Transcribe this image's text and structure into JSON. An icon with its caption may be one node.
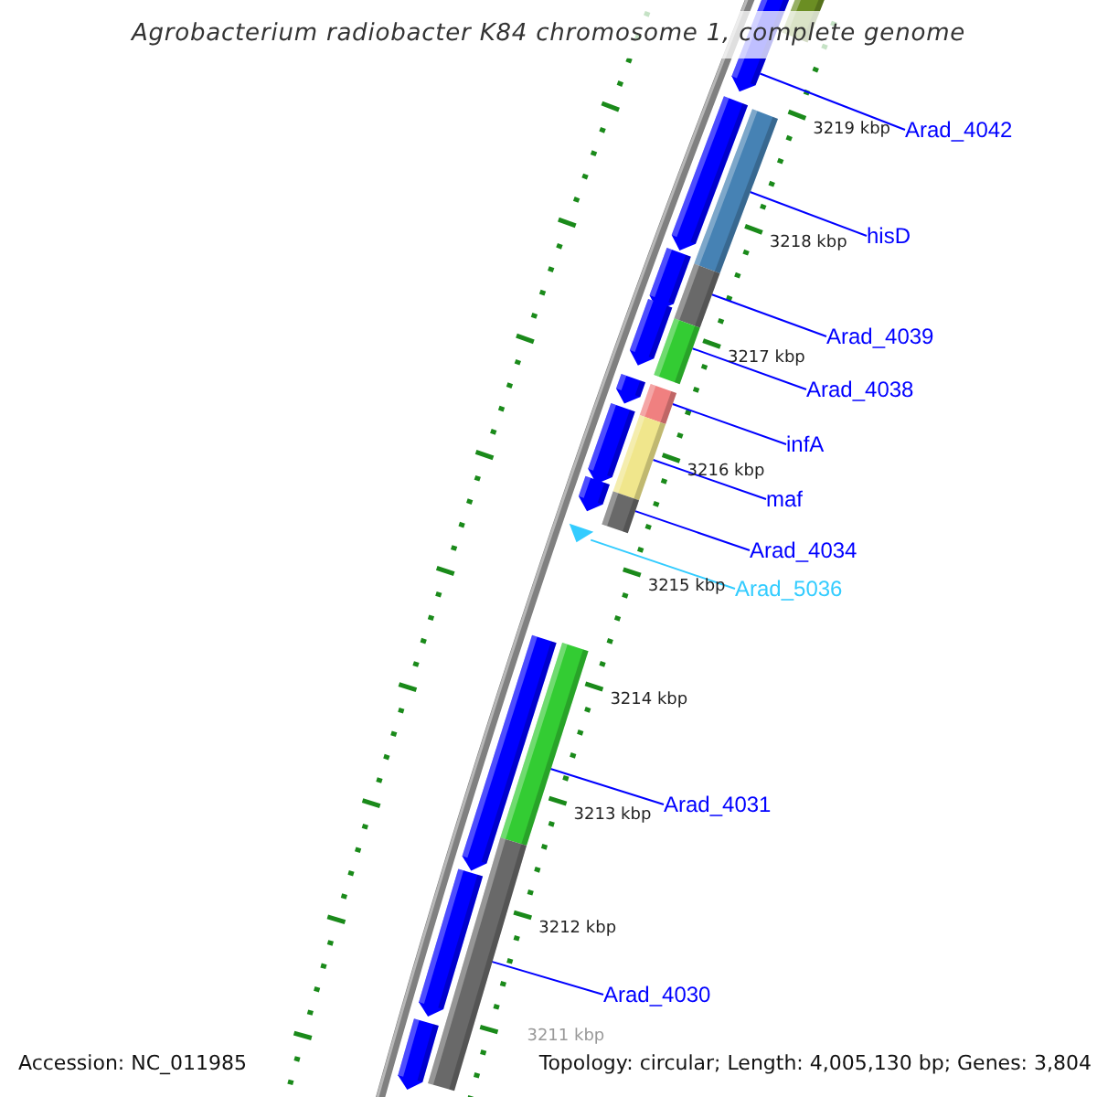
{
  "diagram": {
    "title": "Agrobacterium radiobacter K84 chromosome 1, complete genome",
    "nodes": [
      {
        "text": [],
        "shape": "bar"
      },
      {
        "text": [],
        "shape": "pentagon"
      },
      {
        "text": [],
        "shape": "pentagon"
      },
      {
        "text": [],
        "shape": "bar"
      },
      {
        "text": [],
        "shape": "pentagon"
      },
      {
        "text": [],
        "shape": "bar"
      },
      {
        "text": [],
        "shape": "pentagon"
      },
      {
        "text": [],
        "shape": "bar"
      },
      {
        "text": [],
        "shape": "pentagon"
      },
      {
        "text": [],
        "shape": "bar"
      },
      {
        "text": [],
        "shape": "pentagon"
      },
      {
        "text": [],
        "shape": "bar"
      },
      {
        "text": [],
        "shape": "pentagon"
      },
      {
        "text": [],
        "shape": "bar"
      },
      {
        "text": [],
        "shape": "triangle"
      },
      {
        "text": [],
        "shape": "pentagon"
      },
      {
        "text": [],
        "shape": "bar"
      },
      {
        "text": [],
        "shape": "pentagon"
      },
      {
        "text": [],
        "shape": "bar"
      },
      {
        "text": [],
        "shape": "pentagon"
      },
      {
        "text": [
          "Arad_4042"
        ]
      },
      {
        "text": [
          "hisD"
        ]
      },
      {
        "text": [
          "Arad_4039"
        ]
      },
      {
        "text": [
          "Arad_4038"
        ]
      },
      {
        "text": [
          "infA"
        ]
      },
      {
        "text": [
          "maf"
        ]
      },
      {
        "text": [
          "Arad_4034"
        ]
      },
      {
        "text": [
          "Arad_5036"
        ]
      },
      {
        "text": [
          "Arad_4031"
        ]
      },
      {
        "text": [
          "Arad_4030"
        ]
      }
    ],
    "edges": [
      {
        "from": 20,
        "to": 1,
        "arrow": "none"
      },
      {
        "from": 21,
        "to": 3,
        "arrow": "none"
      },
      {
        "from": 22,
        "to": 5,
        "arrow": "none"
      },
      {
        "from": 23,
        "to": 7,
        "arrow": "none"
      },
      {
        "from": 24,
        "to": 9,
        "arrow": "none"
      },
      {
        "from": 25,
        "to": 11,
        "arrow": "none"
      },
      {
        "from": 26,
        "to": 13,
        "arrow": "none"
      },
      {
        "from": 27,
        "to": 14,
        "arrow": "none",
        "color": "#33ccff"
      },
      {
        "from": 28,
        "to": 16,
        "arrow": "none"
      },
      {
        "from": 29,
        "to": 18,
        "arrow": "none"
      }
    ],
    "labels": [
      "3219 kbp",
      "3218 kbp",
      "3217 kbp",
      "3216 kbp",
      "3215 kbp",
      "3214 kbp",
      "3213 kbp",
      "3212 kbp",
      "3211 kbp",
      "Accession: NC_011985",
      "Topology: circular; Length: 4,005,130 bp; Genes: 3,804"
    ]
  }
}
